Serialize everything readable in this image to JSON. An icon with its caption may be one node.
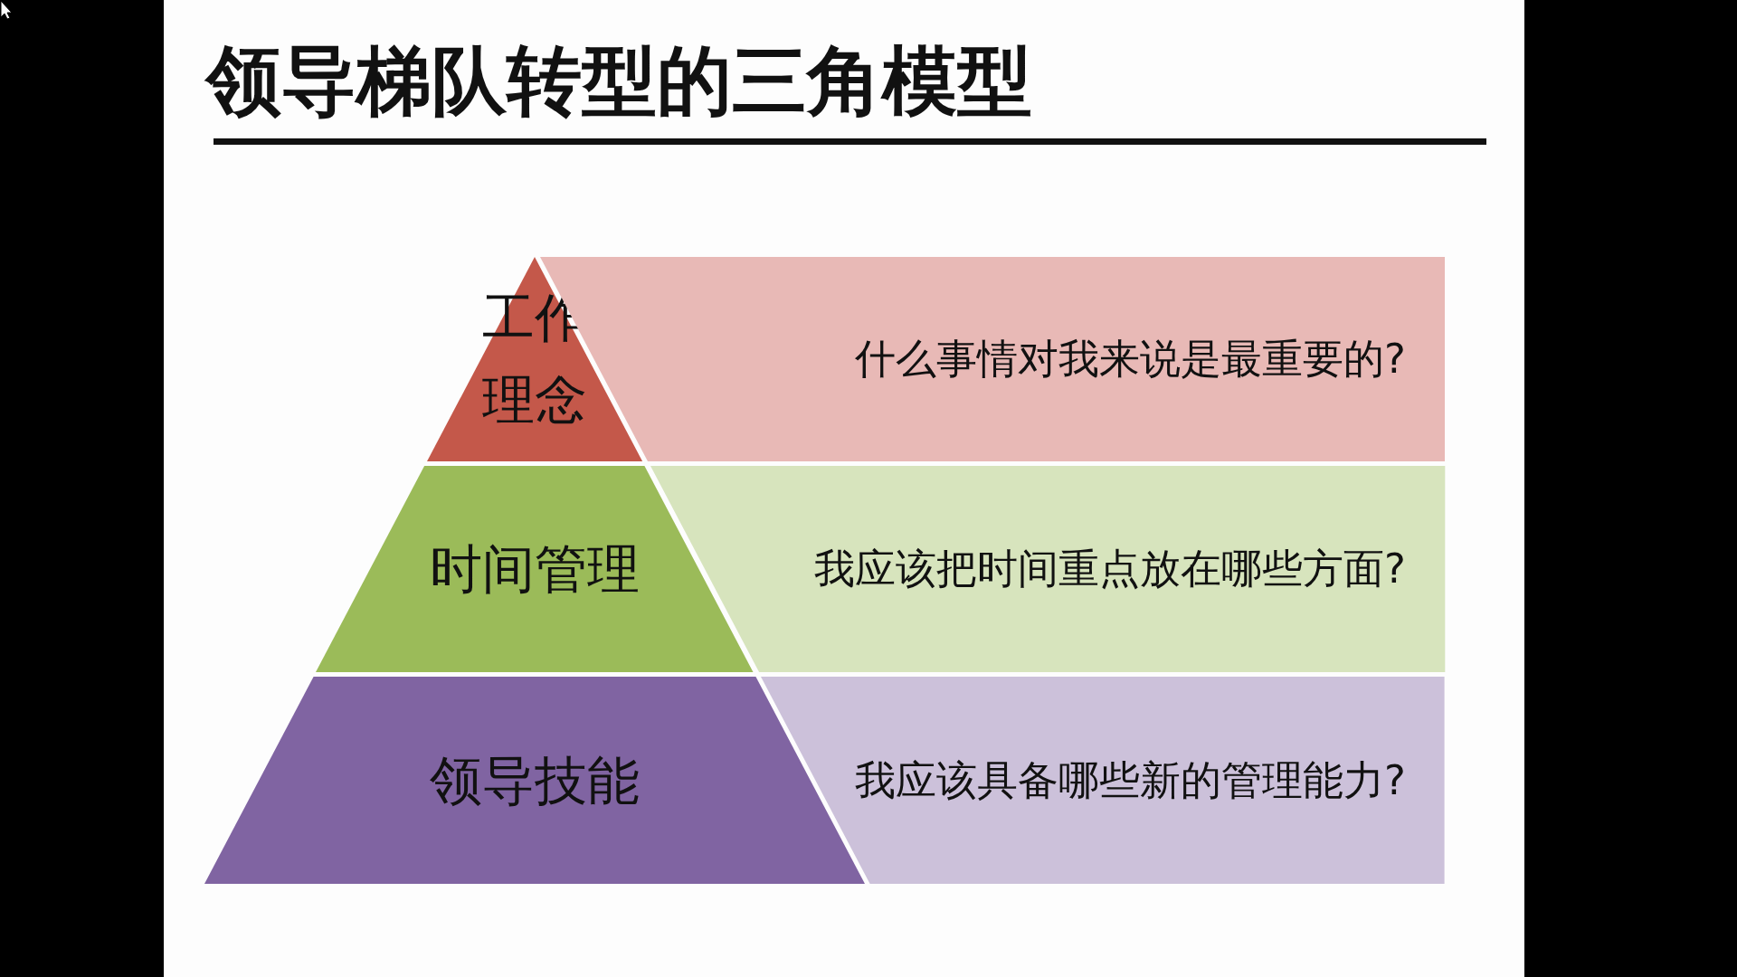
{
  "diagram": {
    "title": "领导梯队转型的三角模型",
    "nodes": [
      {
        "text": [
          "工作理念"
        ]
      },
      {
        "text": [
          "什么事情对我来说是最重要的?"
        ]
      },
      {
        "text": [
          "时间管理"
        ]
      },
      {
        "text": [
          "我应该把时间重点放在哪些方面?"
        ]
      },
      {
        "text": [
          "领导技能"
        ]
      },
      {
        "text": [
          "我应该具备哪些新的管理能力?"
        ]
      }
    ]
  }
}
